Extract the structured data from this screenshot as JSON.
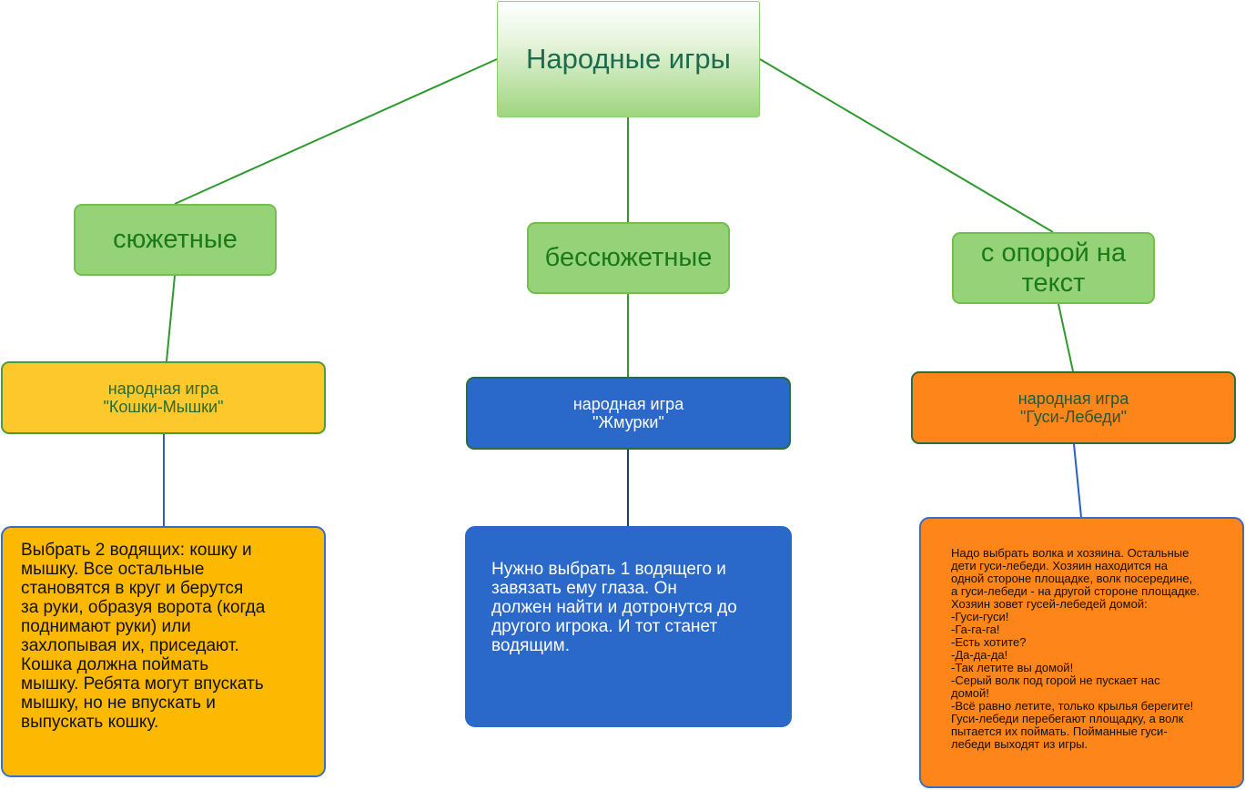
{
  "root": {
    "title": "Народные игры"
  },
  "categories": [
    {
      "label": "сюжетные"
    },
    {
      "label": "бессюжетные"
    },
    {
      "label": "с опорой на\nтекст"
    }
  ],
  "games": [
    {
      "label": "народная игра\n\"Кошки-Мышки\""
    },
    {
      "label": "народная игра\n\"Жмурки\""
    },
    {
      "label": "народная игра\n\"Гуси-Лебеди\""
    }
  ],
  "descriptions": [
    {
      "text": "Выбрать 2 водящих: кошку и\nмышку. Все остальные\nстановятся в круг и берутся\nза руки, образуя ворота (когда\nподнимают руки) или\nзахлопывая их, приседают.\nКошка должна поймать\nмышку. Ребята могут впускать\nмышку, но не впускать и\nвыпускать кошку."
    },
    {
      "text": "Нужно выбрать 1 водящего и\nзавязать ему глаза. Он\nдолжен найти и дотронутся до\nдругого игрока. И тот станет\nводящим."
    },
    {
      "text": "Надо выбрать волка и хозяина. Остальные\nдети гуси-лебеди. Хозяин находится на\nодной стороне площадке, волк посередине,\nа гуси-лебеди - на другой стороне площадке.\nХозяин зовет гусей-лебедей домой:\n-Гуси-гуси!\n-Га-га-га!\n-Есть хотите?\n-Да-да-да!\n-Так летите вы домой!\n-Серый волк под горой не пускает нас\nдомой!\n-Всё равно летите, только крылья берегите!\nГуси-лебеди перебегают площадку,  а волк\nпытается их поймать. Пойманные гуси-\nлебеди выходят из игры."
    }
  ],
  "colors": {
    "green_line": "#2e9a2e",
    "blue_line": "#2a5fc0"
  }
}
